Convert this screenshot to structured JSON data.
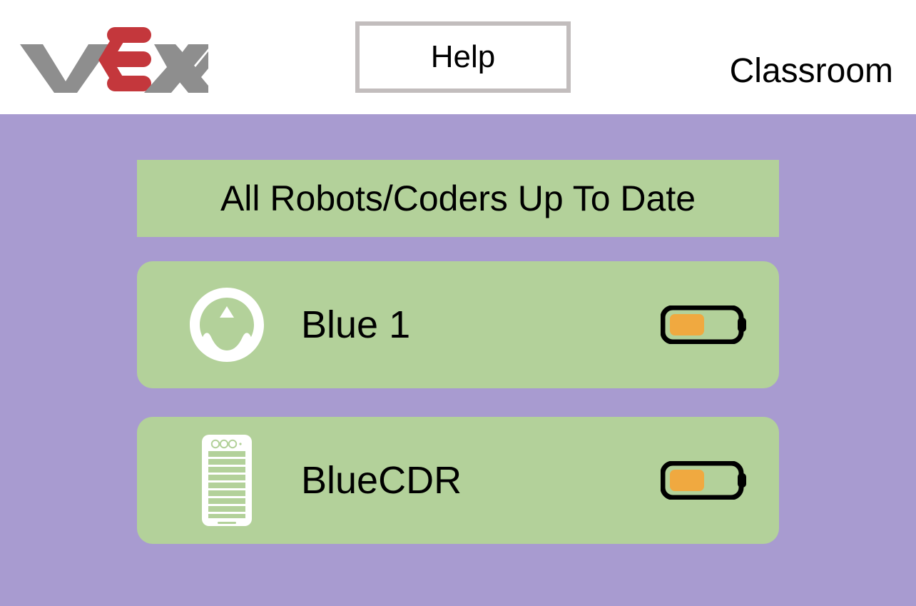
{
  "header": {
    "logo_alt": "VEX",
    "logo_colors": {
      "gray": "#8e8e8e",
      "red": "#c4373c"
    },
    "help_label": "Help",
    "classroom_label": "Classroom"
  },
  "main": {
    "background_color": "#a89bd0",
    "status_banner": {
      "text": "All Robots/Coders Up To Date",
      "color": "#b3d19a"
    },
    "devices": [
      {
        "name": "Blue 1",
        "icon": "vex-123-robot-icon",
        "card_color": "#b3d19a",
        "battery": {
          "level_percent": 50,
          "fill_color": "#f0a940"
        }
      },
      {
        "name": "BlueCDR",
        "icon": "vex-coder-icon",
        "card_color": "#b3d19a",
        "battery": {
          "level_percent": 50,
          "fill_color": "#f0a940"
        }
      }
    ]
  }
}
